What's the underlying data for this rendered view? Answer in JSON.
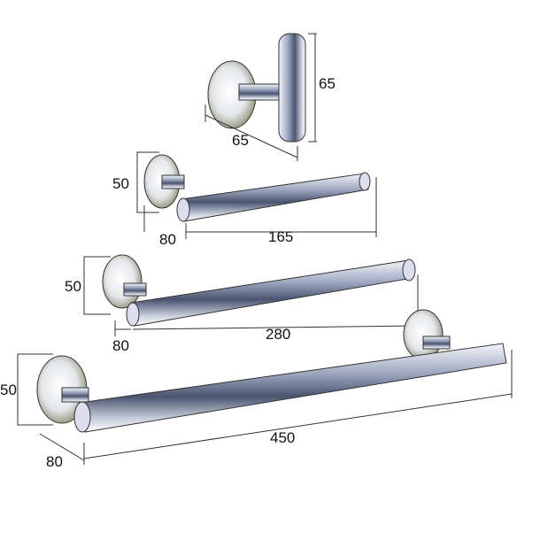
{
  "items": [
    {
      "name": "robe-hook",
      "dimensions": {
        "height": "65",
        "depth": "65"
      }
    },
    {
      "name": "toilet-paper-holder",
      "dimensions": {
        "height": "50",
        "depth": "80",
        "length": "165"
      }
    },
    {
      "name": "towel-bar-short",
      "dimensions": {
        "height": "50",
        "depth": "80",
        "length": "280"
      }
    },
    {
      "name": "towel-bar-long",
      "dimensions": {
        "height": "50",
        "depth": "80",
        "length": "450"
      }
    }
  ],
  "colors": {
    "chrome_dark": "#4a5470",
    "chrome_light": "#e8ecf4",
    "outline": "#333333"
  }
}
